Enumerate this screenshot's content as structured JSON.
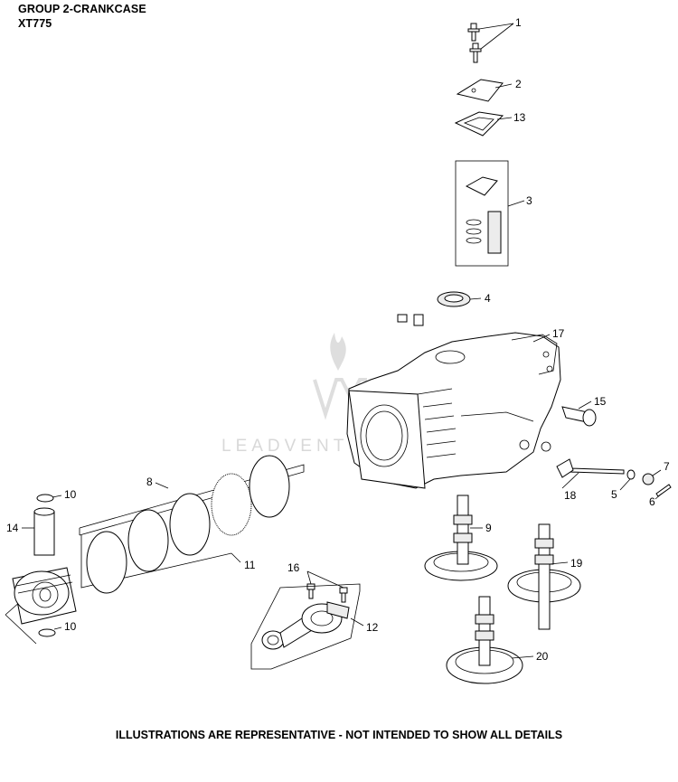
{
  "header": {
    "group_title": "GROUP 2-CRANKCASE",
    "model": "XT775"
  },
  "watermark": {
    "text": "LEADVENTURE"
  },
  "footer": {
    "disclaimer": "ILLUSTRATIONS ARE REPRESENTATIVE - NOT INTENDED TO SHOW ALL DETAILS"
  },
  "callouts": {
    "c1": "1",
    "c2": "2",
    "c3": "3",
    "c4": "4",
    "c5": "5",
    "c6": "6",
    "c7": "7",
    "c8": "8",
    "c9": "9",
    "c10a": "10",
    "c10b": "10",
    "c11": "11",
    "c12": "12",
    "c13": "13",
    "c14": "14",
    "c15": "15",
    "c16": "16",
    "c17": "17",
    "c18": "18",
    "c19": "19",
    "c20": "20"
  }
}
